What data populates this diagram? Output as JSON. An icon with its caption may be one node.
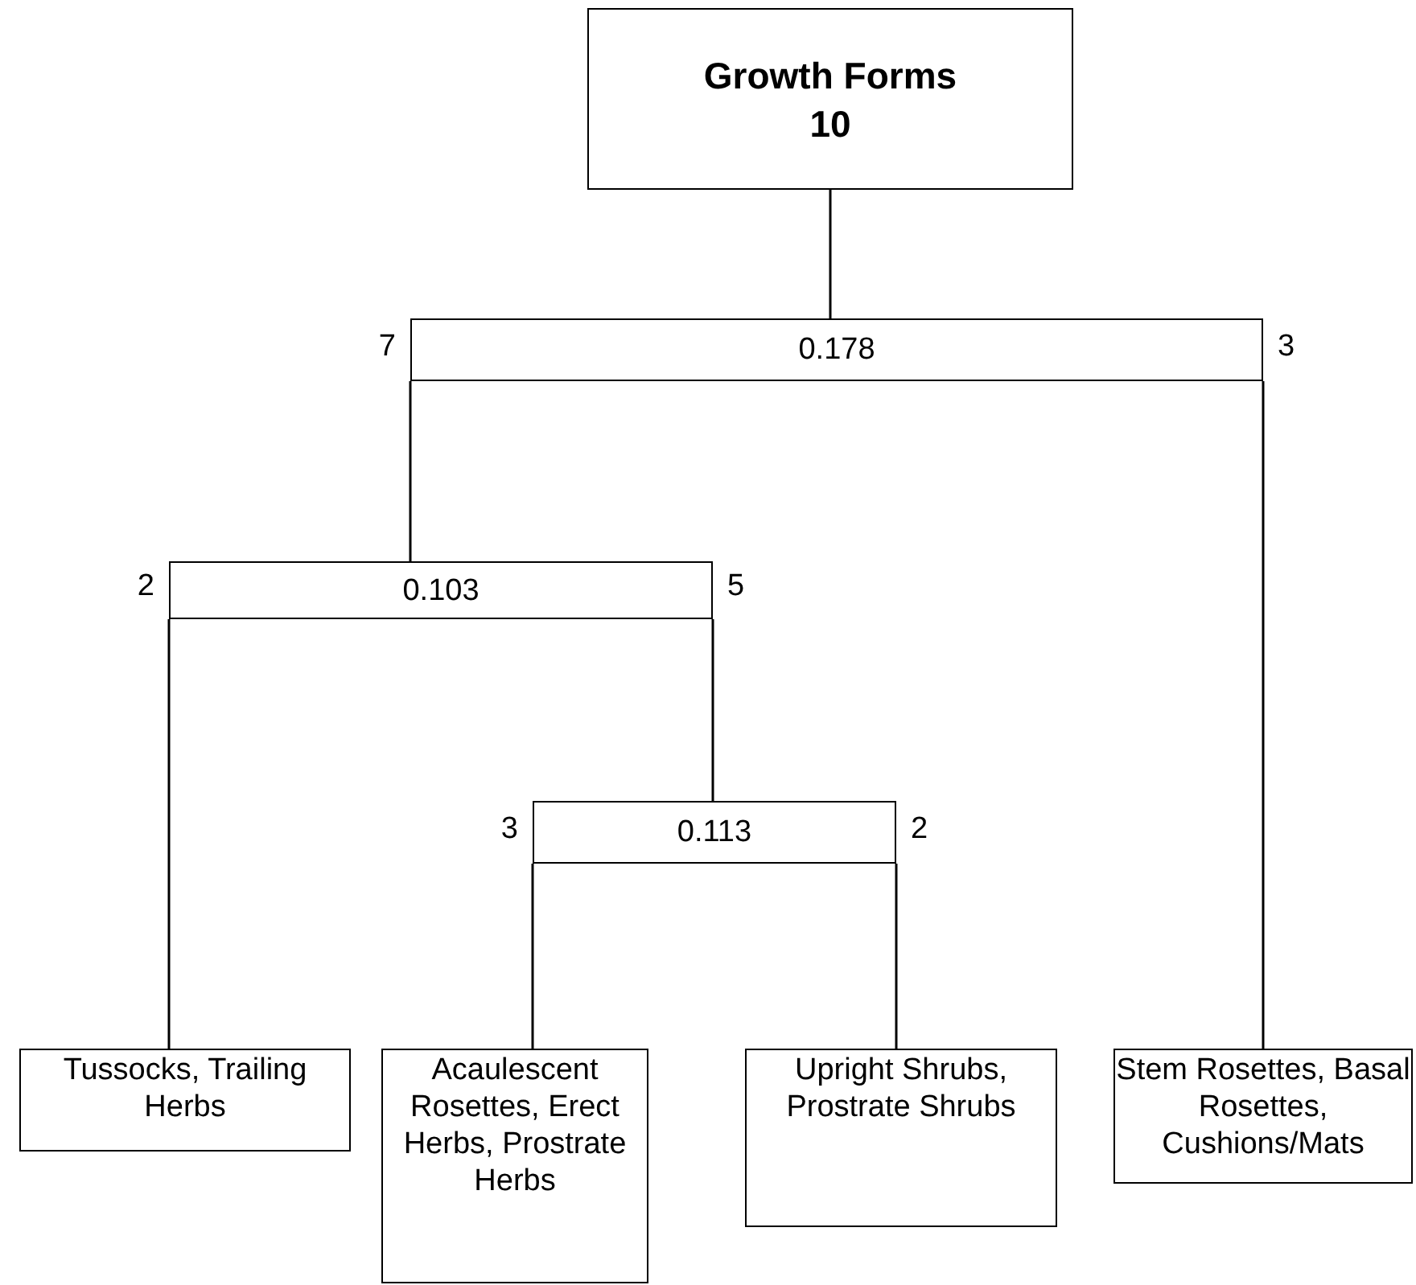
{
  "diagram": {
    "nodes": [
      {
        "text": [
          "Growth Forms",
          "10"
        ]
      },
      {
        "text": [
          "0.178"
        ],
        "beside": [
          "7",
          "3"
        ]
      },
      {
        "text": [
          "0.103"
        ],
        "beside": [
          "2",
          "5"
        ]
      },
      {
        "text": [
          "0.113"
        ],
        "beside": [
          "3",
          "2"
        ]
      },
      {
        "text": [
          "Tussocks, Trailing Herbs"
        ]
      },
      {
        "text": [
          "Acaulescent Rosettes, Erect Herbs, Prostrate Herbs"
        ]
      },
      {
        "text": [
          "Upright Shrubs, Prostrate Shrubs"
        ]
      },
      {
        "text": [
          "Stem Rosettes, Basal Rosettes, Cushions/Mats"
        ]
      }
    ],
    "edges": [
      {
        "from": 0,
        "to": 1,
        "arrow": "none"
      },
      {
        "from": 1,
        "to": 2,
        "arrow": "none"
      },
      {
        "from": 1,
        "to": 7,
        "arrow": "none"
      },
      {
        "from": 2,
        "to": 4,
        "arrow": "none"
      },
      {
        "from": 2,
        "to": 3,
        "arrow": "none"
      },
      {
        "from": 3,
        "to": 5,
        "arrow": "none"
      },
      {
        "from": 3,
        "to": 6,
        "arrow": "none"
      }
    ]
  }
}
